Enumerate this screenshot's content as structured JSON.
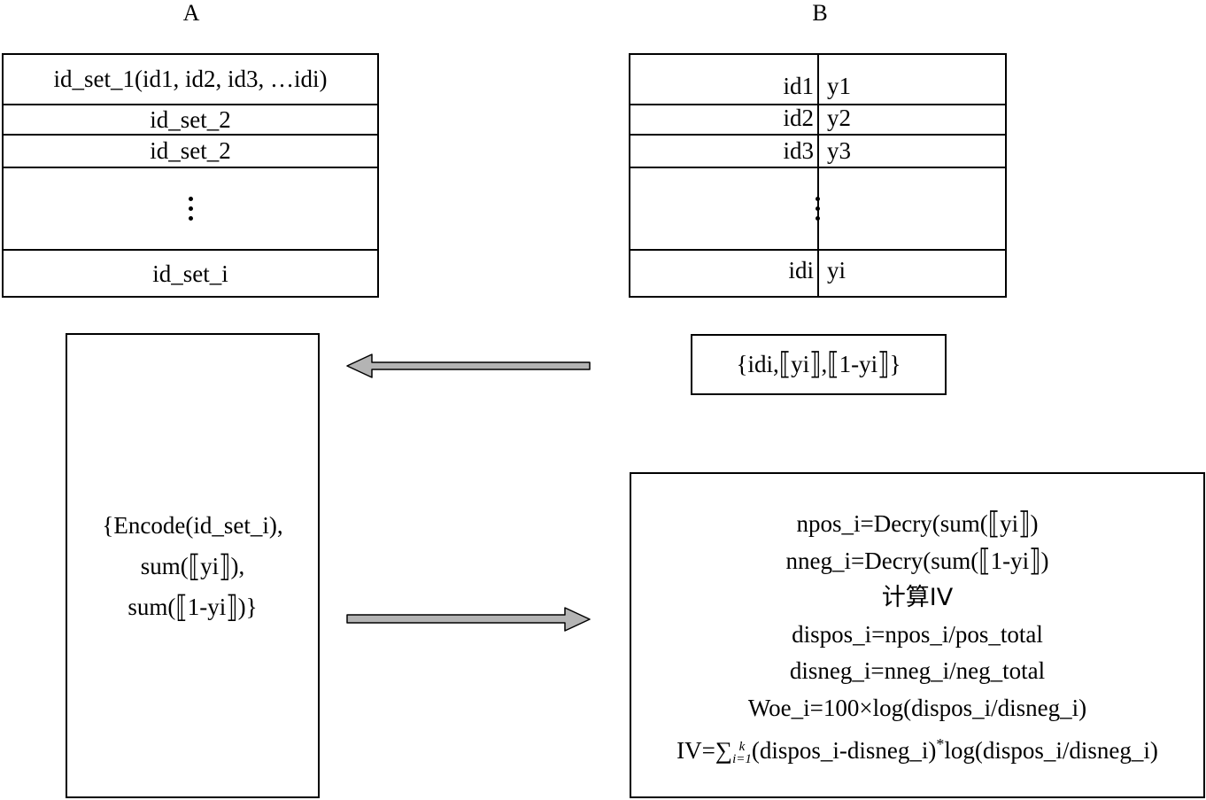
{
  "labels": {
    "a": "A",
    "b": "B"
  },
  "table_a": {
    "rows": [
      "id_set_1(id1, id2, id3, …idi)",
      "id_set_2",
      "id_set_2",
      "",
      "id_set_i"
    ]
  },
  "table_b": {
    "rows": [
      {
        "id": "id1",
        "y": "y1"
      },
      {
        "id": "id2",
        "y": "y2"
      },
      {
        "id": "id3",
        "y": "y3"
      },
      {
        "id": "",
        "y": ""
      },
      {
        "id": "idi",
        "y": "yi"
      }
    ]
  },
  "message_box": {
    "open": "{idi,",
    "yi": "yi",
    "comma": ",",
    "one_minus_yi": "1-yi",
    "close": "}"
  },
  "encode_box": {
    "line1": "{Encode(id_set_i),",
    "line2_pre": "sum(",
    "line2_inner": "yi",
    "line2_post": "),",
    "line3_pre": "sum(",
    "line3_inner": "1-yi",
    "line3_post": ")}"
  },
  "compute_box": {
    "npos_pre": "npos_i=Decry(sum(",
    "npos_inner": "yi",
    "npos_post": ")",
    "nneg_pre": "nneg_i=Decry(sum(",
    "nneg_inner": "1-yi",
    "nneg_post": ")",
    "calc": "计算IV",
    "dispos": "dispos_i=npos_i/pos_total",
    "disneg": "disneg_i=nneg_i/neg_total",
    "woe": "Woe_i=100×log(dispos_i/disneg_i)",
    "iv_pre": "IV=∑",
    "iv_sup": "k",
    "iv_sub": "i=1",
    "iv_mid": "(dispos_i-disneg_i)",
    "iv_star": "*",
    "iv_post": "log(dispos_i/disneg_i)"
  },
  "colors": {
    "arrow_fill": "#b4b4b4",
    "stroke": "#000000"
  }
}
